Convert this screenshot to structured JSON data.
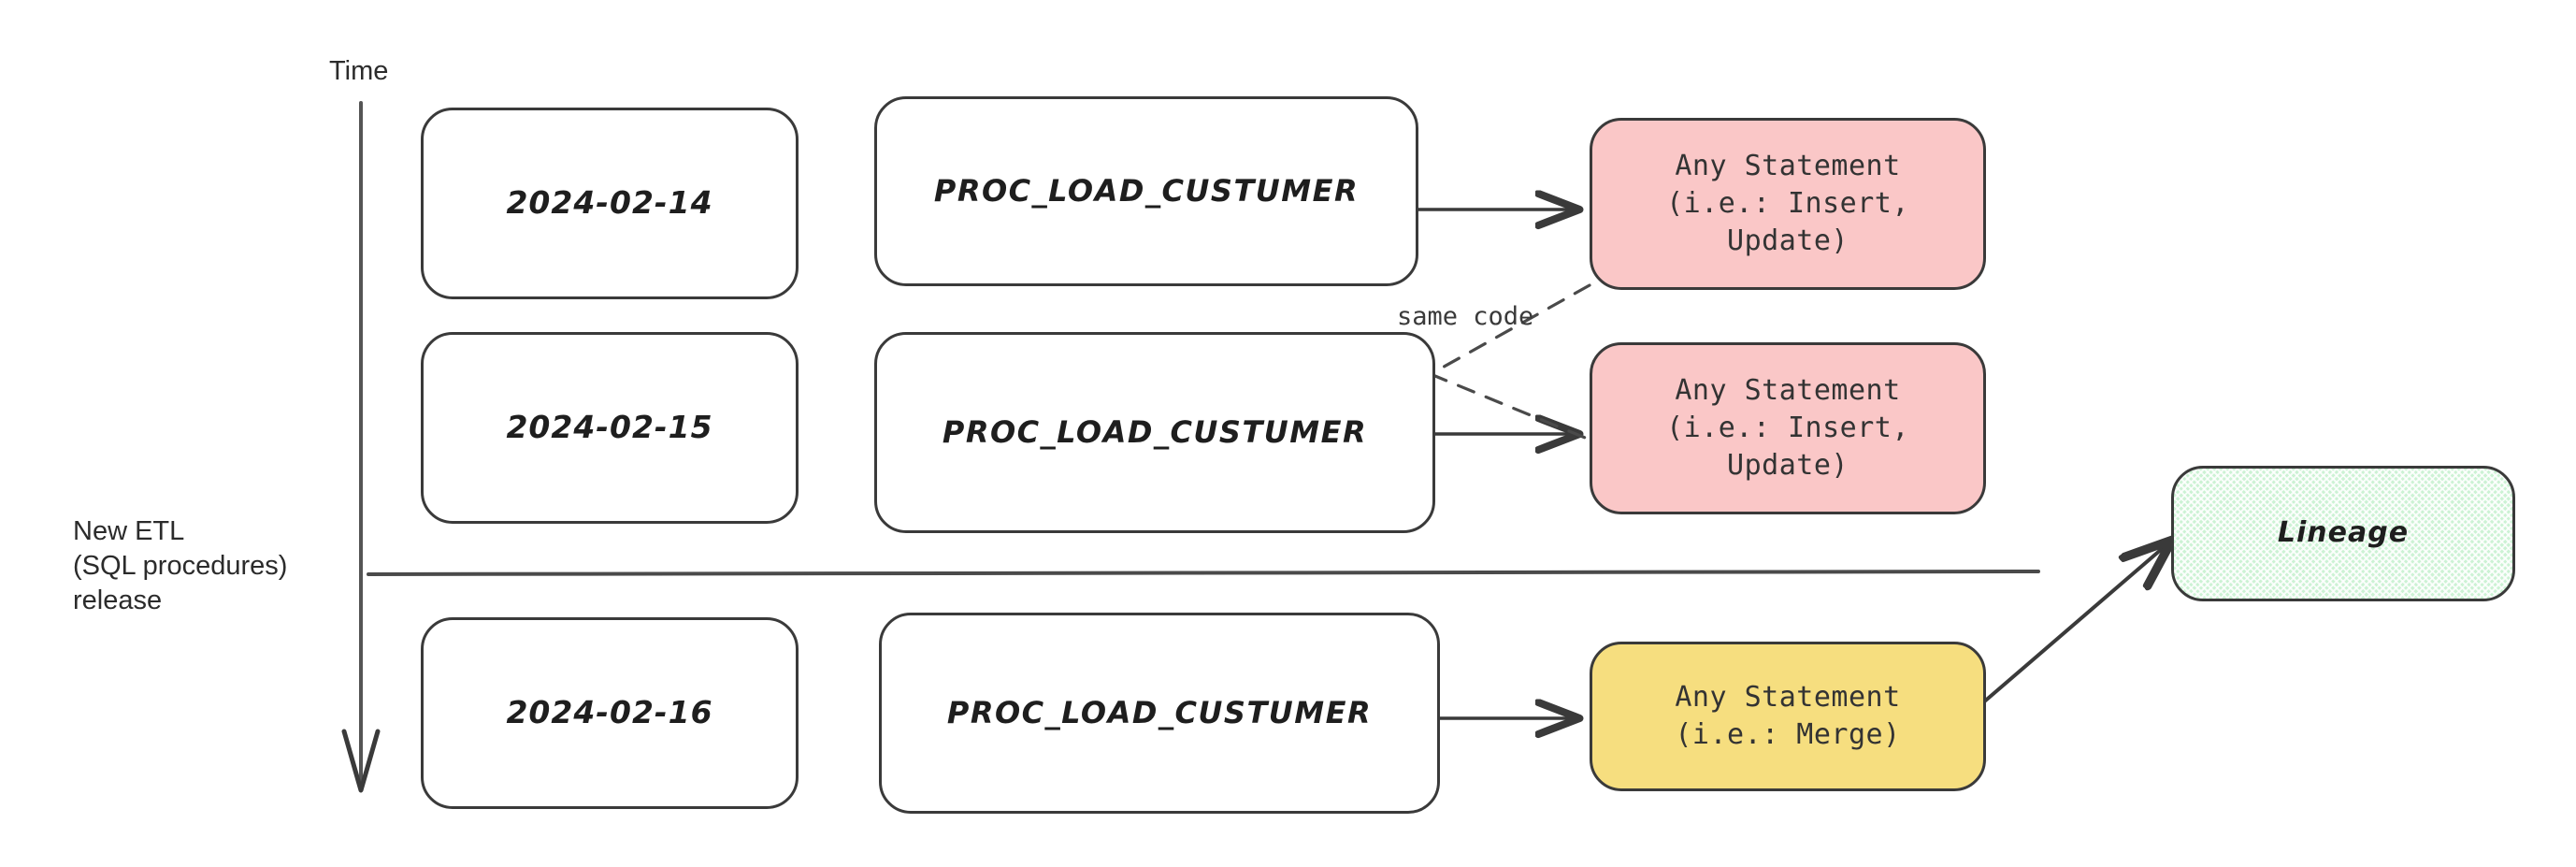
{
  "diagram": {
    "title_axis": "Time",
    "release_marker": "New ETL\n(SQL procedures)\nrelease",
    "edge_labels": {
      "same_code": "same code"
    },
    "rows": [
      {
        "date": "2024-02-14",
        "procedure": "PROC_LOAD_CUSTUMER",
        "statement": "Any Statement\n(i.e.: Insert,\nUpdate)",
        "statement_color": "#fac7c7"
      },
      {
        "date": "2024-02-15",
        "procedure": "PROC_LOAD_CUSTUMER",
        "statement": "Any Statement\n(i.e.: Insert,\nUpdate)",
        "statement_color": "#fac7c7"
      },
      {
        "date": "2024-02-16",
        "procedure": "PROC_LOAD_CUSTUMER",
        "statement": "Any Statement\n(i.e.: Merge)",
        "statement_color": "#f6de7f"
      }
    ],
    "lineage": {
      "label": "Lineage",
      "color": "#ccf2d4"
    },
    "colors": {
      "stroke": "#3a3a3a",
      "pink": "#fac7c7",
      "yellow": "#f6de7f",
      "green": "#ccf2d4",
      "background": "#ffffff"
    }
  }
}
